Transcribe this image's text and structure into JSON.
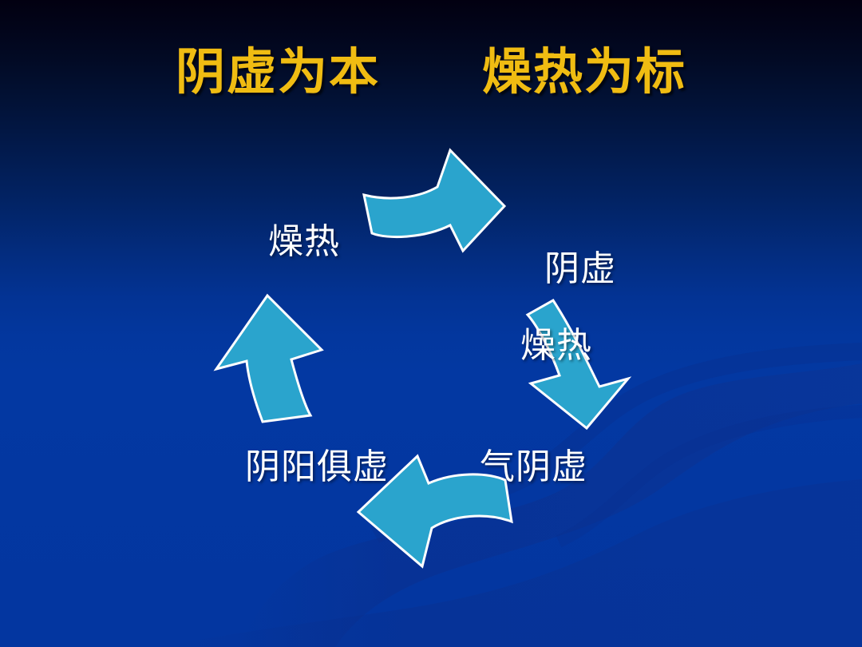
{
  "slide": {
    "title": "阴虚为本　　燥热为标",
    "background_top_color": "#020011",
    "background_bottom_color": "#0336a0",
    "title_color": "#f0bc12",
    "label_color": "#ffffff",
    "arrow_fill_color": "#2aa4cd",
    "arrow_outline_color": "#ffffff",
    "decoration_color": "#0a2f8e"
  },
  "diagram": {
    "type": "cycle",
    "direction": "clockwise",
    "nodes": [
      {
        "id": "node-top-left",
        "label": "燥热",
        "position": "upper-left"
      },
      {
        "id": "node-right",
        "label_line1": "阴虚",
        "label_line2": "燥热",
        "position": "upper-right"
      },
      {
        "id": "node-bottom-right",
        "label": "气阴虚",
        "position": "lower-right"
      },
      {
        "id": "node-bottom-left",
        "label": "阴阳俱虚",
        "position": "lower-left"
      }
    ],
    "arrows": [
      {
        "id": "arrow-top",
        "name": "curved-right-arrow",
        "direction": "right"
      },
      {
        "id": "arrow-right",
        "name": "curved-down-arrow",
        "direction": "down"
      },
      {
        "id": "arrow-bottom",
        "name": "curved-left-arrow",
        "direction": "left"
      },
      {
        "id": "arrow-left",
        "name": "curved-up-arrow",
        "direction": "up"
      }
    ]
  }
}
